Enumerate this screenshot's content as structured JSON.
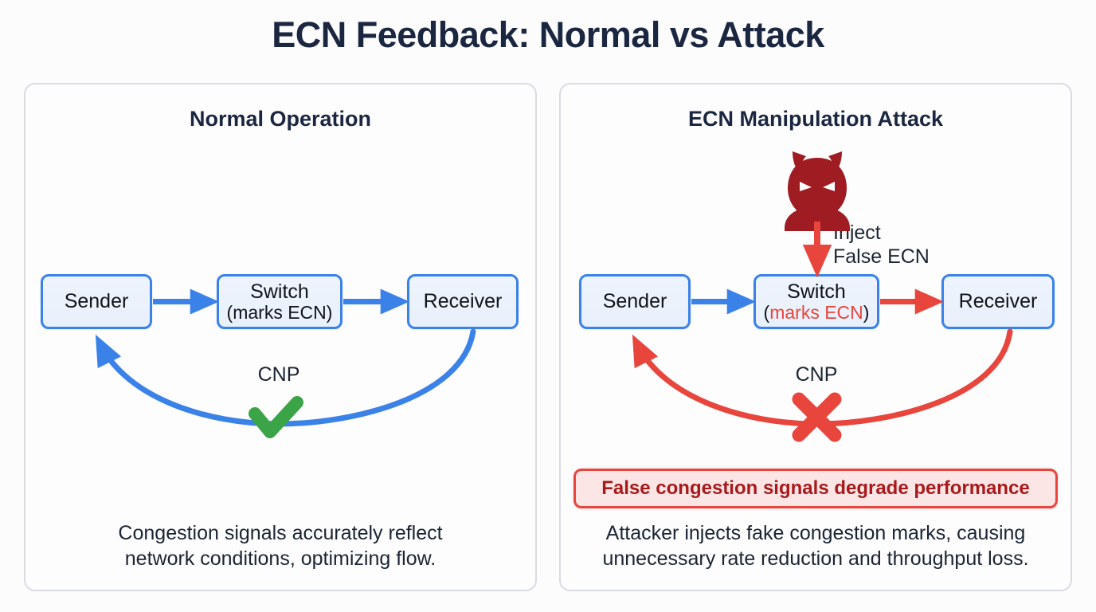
{
  "title": "ECN Feedback: Normal vs Attack",
  "colors": {
    "blue": "#3b82e8",
    "red": "#e8453c",
    "green": "#3aa447",
    "attacker_red": "#9e1c22",
    "banner_bg": "#fbe5e5",
    "banner_text": "#a8191b",
    "panel_border": "#d9dce3",
    "node_fill": "#eaf2fc",
    "text": "#1b2433"
  },
  "panels": [
    {
      "id": "normal",
      "heading": "Normal Operation",
      "nodes": [
        {
          "id": "sender",
          "label": "Sender",
          "sublabel": ""
        },
        {
          "id": "switch",
          "label": "Switch",
          "sublabel": "(marks ECN)"
        },
        {
          "id": "receiver",
          "label": "Receiver",
          "sublabel": ""
        }
      ],
      "feedback_label": "CNP",
      "feedback_status_icon": "check-icon",
      "feedback_status": "success",
      "caption_lines": [
        "Congestion signals accurately reflect",
        "network conditions, optimizing flow."
      ]
    },
    {
      "id": "attack",
      "heading": "ECN Manipulation Attack",
      "attacker_icon": "devil-attacker-icon",
      "inject_label_lines": [
        "Inject",
        "False ECN"
      ],
      "nodes": [
        {
          "id": "sender",
          "label": "Sender",
          "sublabel": ""
        },
        {
          "id": "switch",
          "label": "Switch",
          "sublabel_prefix": "(",
          "sublabel_marks": "marks ECN",
          "sublabel_suffix": ")"
        },
        {
          "id": "receiver",
          "label": "Receiver",
          "sublabel": ""
        }
      ],
      "feedback_label": "CNP",
      "feedback_status_icon": "cross-icon",
      "feedback_status": "blocked",
      "warning_banner": "False congestion signals degrade performance",
      "caption_lines": [
        "Attacker injects fake congestion marks, causing",
        "unnecessary rate reduction and throughput loss."
      ]
    }
  ]
}
